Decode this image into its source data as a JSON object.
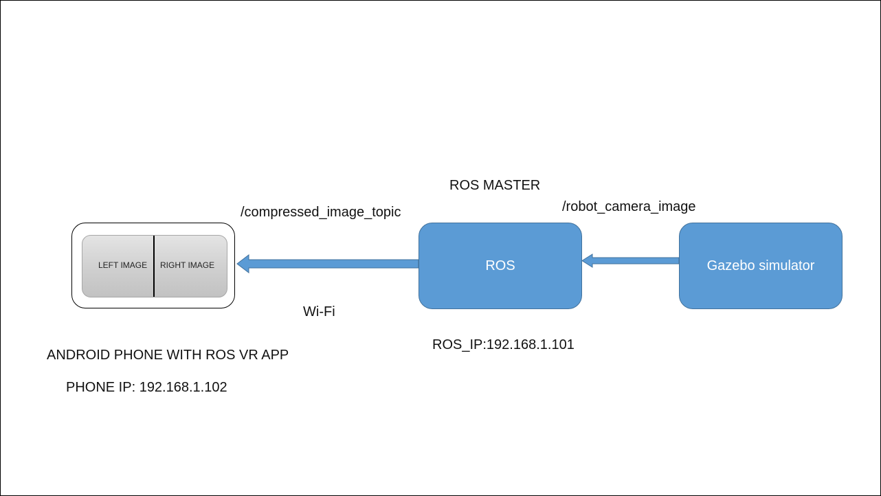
{
  "labels": {
    "ros_master": "ROS MASTER",
    "compressed_topic": "/compressed_image_topic",
    "robot_camera_topic": "/robot_camera_image",
    "wifi": "Wi-Fi",
    "ros_ip": "ROS_IP:192.168.1.101",
    "phone_caption": "ANDROID PHONE WITH ROS VR APP",
    "phone_ip": "PHONE IP: 192.168.1.102"
  },
  "phone": {
    "left_image": "LEFT IMAGE",
    "right_image": "RIGHT IMAGE"
  },
  "nodes": {
    "ros": "ROS",
    "gazebo": "Gazebo simulator"
  },
  "colors": {
    "node_fill": "#5b9bd5",
    "node_border": "#41719c",
    "arrow_fill": "#5b9bd5",
    "arrow_border": "#41719c"
  }
}
